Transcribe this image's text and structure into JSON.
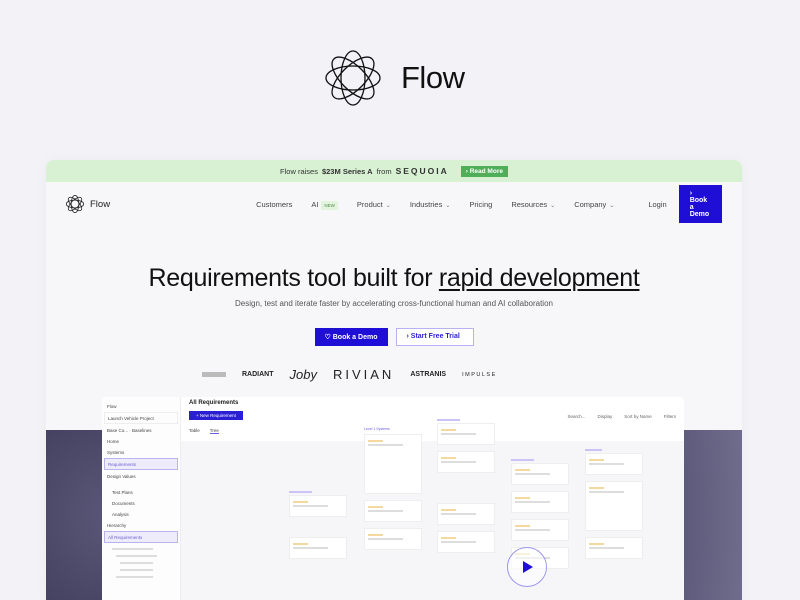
{
  "hero": {
    "brand": "Flow"
  },
  "banner": {
    "prefix": "Flow raises",
    "amount": "$23M Series A",
    "from": "from",
    "investor": "SEQUOIA",
    "cta": "› Read More"
  },
  "nav": {
    "brand": "Flow",
    "links": [
      "Customers",
      "AI",
      "Product",
      "Industries",
      "Pricing",
      "Resources",
      "Company"
    ],
    "ai_badge": "NEW",
    "login": "Login",
    "cta": "› Book a Demo"
  },
  "headline": {
    "prefix": "Requirements tool built for ",
    "emphasis": "rapid development"
  },
  "subheadline": "Design, test and iterate faster by accelerating cross-functional human and AI collaboration",
  "ctas": {
    "primary": "Book a Demo",
    "secondary": "Start Free Trial"
  },
  "customer_logos": [
    "RADIANT",
    "Joby",
    "RIVIAN",
    "ASTRANIS",
    "IMPULSE"
  ],
  "app": {
    "brand": "Flow",
    "project": "Launch Vehicle Project",
    "branch": "Base Co...",
    "baseline": "Baselines",
    "sidebar": [
      "Home",
      "Systems",
      "Requirements",
      "Design Values",
      "Test Plans",
      "Documents",
      "Analysis",
      "Hierarchy",
      "All Requirements"
    ],
    "title": "All Requirements",
    "new_button": "+ New Requirement",
    "tabs": [
      "Table",
      "Tree"
    ],
    "tools": [
      "Search...",
      "Display",
      "Sort by Name",
      "Filters"
    ],
    "column_header": "Level 1 Systems"
  },
  "colors": {
    "accent": "#1f0fd6",
    "banner": "#d8f1d3",
    "read_more": "#4fae58"
  }
}
